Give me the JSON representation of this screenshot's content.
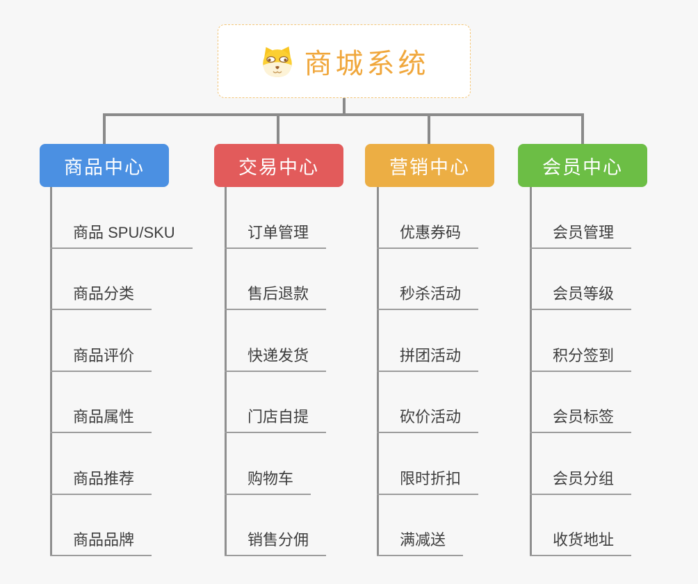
{
  "canvas": {
    "background": "#f7f7f7"
  },
  "root": {
    "title": "商城系统",
    "icon": "dog-face-icon",
    "text_color": "#f0a73c",
    "border_color": "#f3c577",
    "background": "#ffffff"
  },
  "connector_color": "#8a8a8a",
  "line_color": "#9c9c9c",
  "child_text_color": "#3d3d3d",
  "branches": [
    {
      "label": "商品中心",
      "color": "#4b90e2",
      "children": [
        "商品 SPU/SKU",
        "商品分类",
        "商品评价",
        "商品属性",
        "商品推荐",
        "商品品牌"
      ]
    },
    {
      "label": "交易中心",
      "color": "#e25b5b",
      "children": [
        "订单管理",
        "售后退款",
        "快递发货",
        "门店自提",
        "购物车",
        "销售分佣"
      ]
    },
    {
      "label": "营销中心",
      "color": "#ecae44",
      "children": [
        "优惠券码",
        "秒杀活动",
        "拼团活动",
        "砍价活动",
        "限时折扣",
        "满减送"
      ]
    },
    {
      "label": "会员中心",
      "color": "#6cbe45",
      "children": [
        "会员管理",
        "会员等级",
        "积分签到",
        "会员标签",
        "会员分组",
        "收货地址"
      ]
    }
  ]
}
